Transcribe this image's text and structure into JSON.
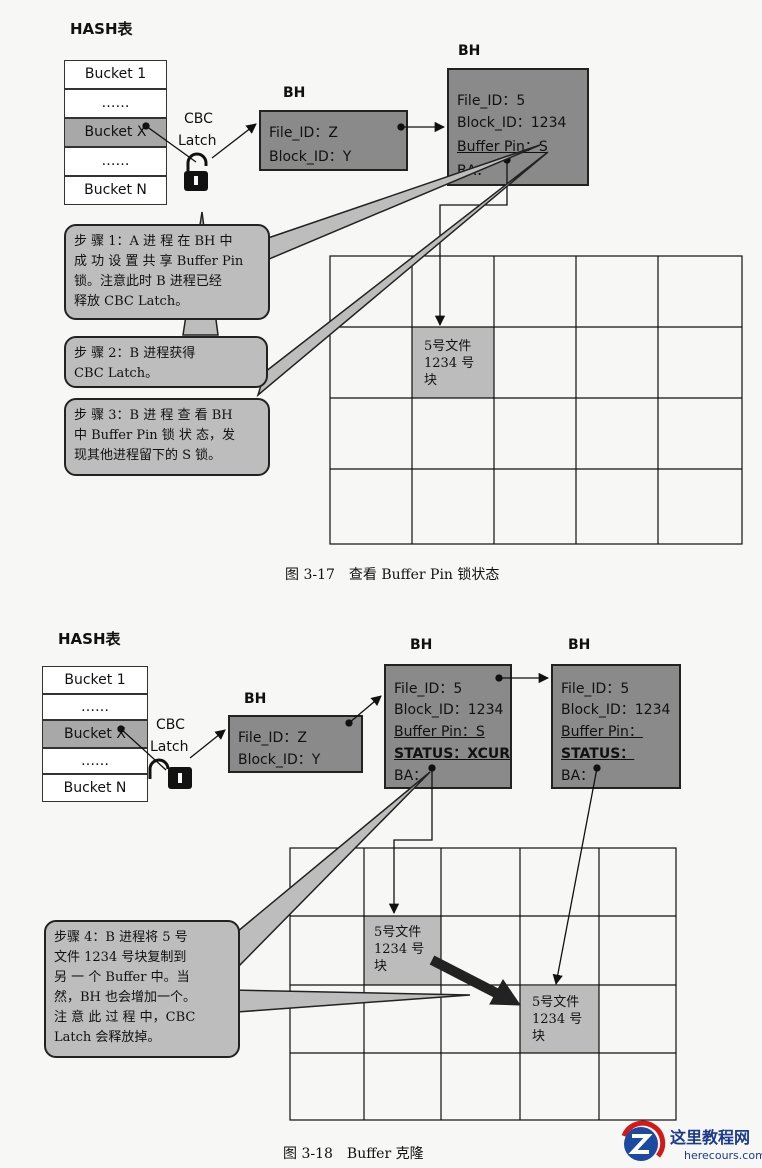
{
  "fig1": {
    "hash_title": "HASH表",
    "buckets": [
      "Bucket 1",
      "……",
      "Bucket X",
      "……",
      "Bucket N"
    ],
    "latch_label_1": "CBC",
    "latch_label_2": "Latch",
    "bh_left": {
      "title": "BH",
      "line1": "File_ID：Z",
      "line2": "Block_ID：Y"
    },
    "bh_right": {
      "title": "BH",
      "line1": "File_ID：5",
      "line2": "Block_ID：1234",
      "line3": "Buffer Pin：S",
      "line4": "BA："
    },
    "cell_text": "5号文件\n1234 号\n块",
    "step1": "步 骤 1：A 进 程 在 BH 中\n成 功 设 置 共 享 Buffer Pin\n锁。注意此时 B 进程已经\n释放 CBC Latch。",
    "step2": "步 骤 2：B 进程获得\nCBC Latch。",
    "step3": "步 骤 3：B 进 程 查 看 BH\n中 Buffer Pin 锁 状 态，发\n现其他进程留下的 S 锁。",
    "caption": "图 3-17　查看 Buffer Pin 锁状态"
  },
  "fig2": {
    "hash_title": "HASH表",
    "buckets": [
      "Bucket 1",
      "……",
      "Bucket X",
      "……",
      "Bucket N"
    ],
    "latch_label_1": "CBC",
    "latch_label_2": "Latch",
    "bh_left": {
      "title": "BH",
      "line1": "File_ID：Z",
      "line2": "Block_ID：Y"
    },
    "bh_mid": {
      "title": "BH",
      "line1": "File_ID：5",
      "line2": "Block_ID：1234",
      "line3": "Buffer Pin：S",
      "line4": "STATUS：XCUR",
      "line5": "BA："
    },
    "bh_right": {
      "title": "BH",
      "line1": "File_ID：5",
      "line2": "Block_ID：1234",
      "line3": "Buffer Pin：",
      "line4": "STATUS：",
      "line5": "BA："
    },
    "cell_text_1": "5号文件\n1234 号\n块",
    "cell_text_2": "5号文件\n1234 号\n块",
    "step4": "步骤 4：B 进程将 5 号\n文件 1234 号块复制到\n另 一 个 Buffer 中。当\n然，BH 也会增加一个。\n注 意 此 过 程 中，CBC\nLatch 会释放掉。",
    "caption": "图 3-18　Buffer 克隆"
  },
  "watermark": {
    "brand": "这里教程网",
    "url": "herecours.com"
  }
}
